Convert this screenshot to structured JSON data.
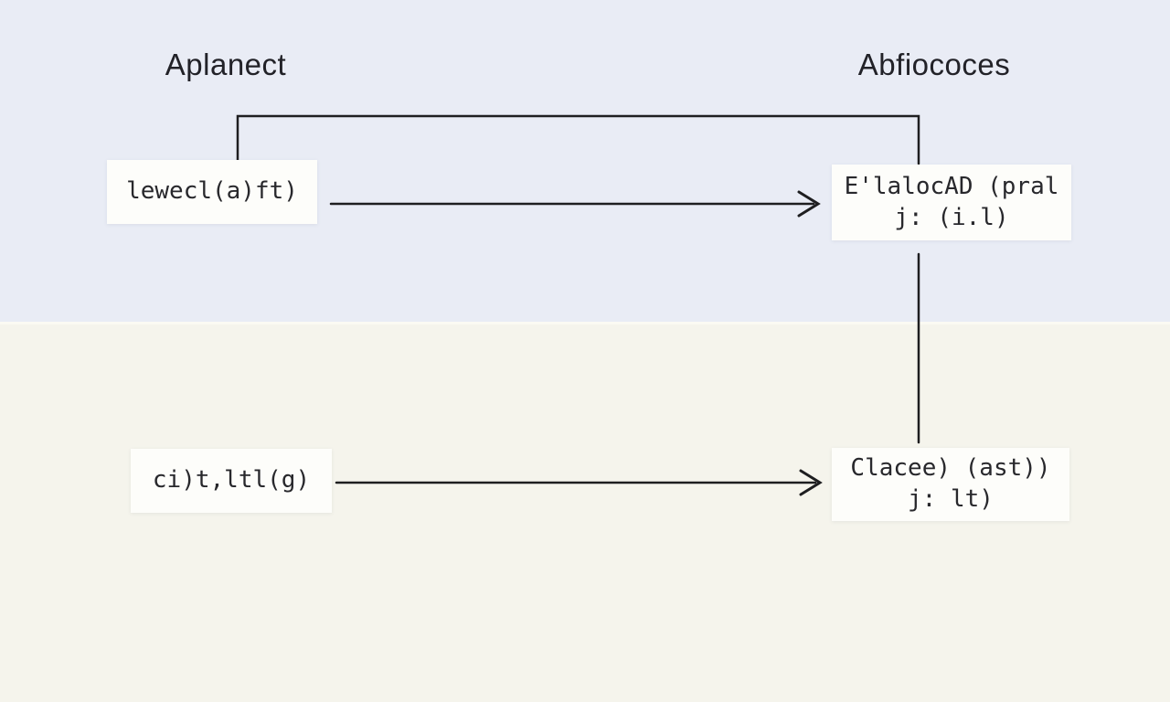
{
  "diagram": {
    "headers": {
      "left": "Aplanect",
      "right": "Abfiococes"
    },
    "nodes": {
      "top_left": {
        "label": "lewecl(a)ft)"
      },
      "top_right": {
        "line1": "E'lalocAD (pral",
        "line2": "j: (i.l)"
      },
      "bottom_left": {
        "label": "ci)t,ltl(g)"
      },
      "bottom_right": {
        "line1": "Clacee) (ast))",
        "line2": "j: lt)"
      }
    },
    "connectors": {
      "bracket": "top-left-node to top-right-node elbow bracket",
      "arrow_top": "top-left-node to top-right-node arrow",
      "vertical": "top-right-node to bottom-right-node line",
      "arrow_bottom": "bottom-left-node to bottom-right-node arrow"
    },
    "colors": {
      "top_background": "#e9ecf5",
      "bottom_background": "#f5f4ec",
      "node_background": "#fdfdfa",
      "line": "#1e1e20",
      "text": "#222228"
    }
  }
}
